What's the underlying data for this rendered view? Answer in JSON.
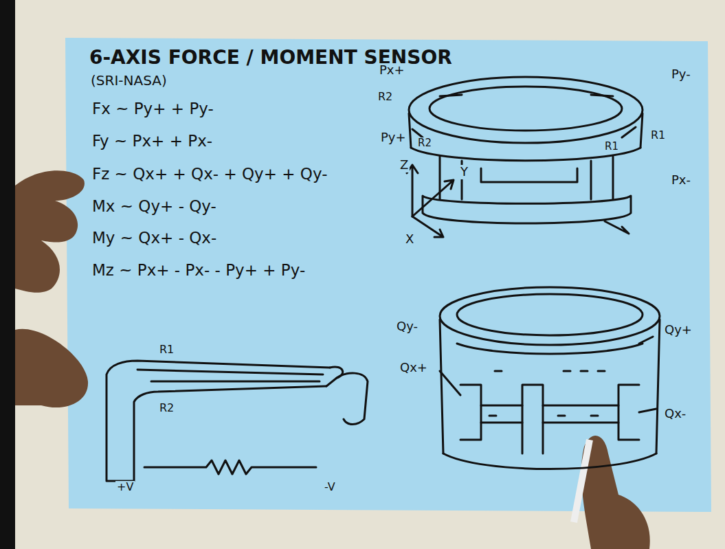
{
  "diagram": {
    "title": "6-AXIS FORCE / MOMENT SENSOR",
    "labels": [
      "(SRI-NASA)",
      "Fx ~ Py+ + Py-",
      "Fy ~ Px+ + Px-",
      "Fz ~ Qx+ + Qx- + Qy+ + Qy-",
      "Mx ~ Qy+ - Qy-",
      "My ~ Qx+ - Qx-",
      "Mz ~ Px+ - Px- - Py+ + Py-",
      "Px+",
      "Py-",
      "R2",
      "Py+",
      "R1",
      "R2",
      "R1",
      "Px-",
      "Z",
      "Y",
      "X",
      "Qy+",
      "Qy-",
      "Qx+",
      "Qx-",
      "R1",
      "R2",
      "+V",
      "-V"
    ]
  }
}
